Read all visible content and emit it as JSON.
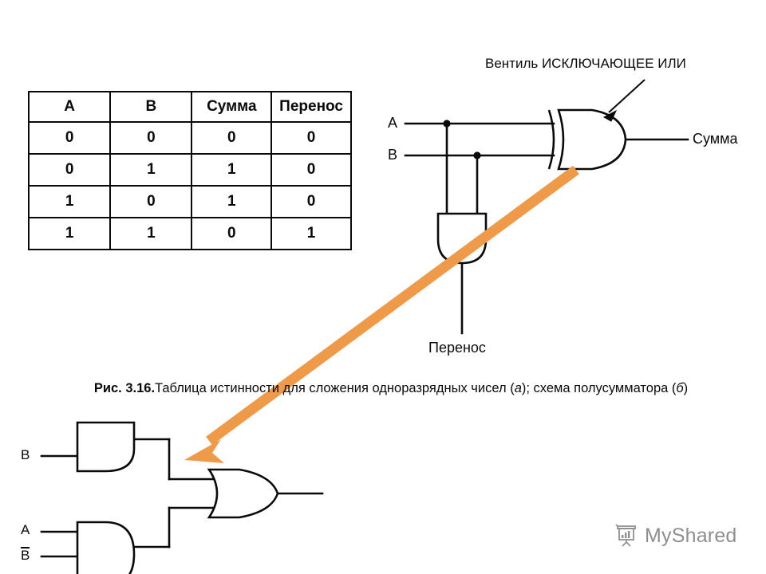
{
  "figure": {
    "caption_prefix": "Рис. 3.16.",
    "caption_body": "Таблица истинности для сложения одноразрядных чисел (",
    "caption_mark_a": "а",
    "caption_mid": "); схема полусумматора (",
    "caption_mark_b": "б",
    "caption_end": ")"
  },
  "truth_table": {
    "headers": [
      "A",
      "B",
      "Сумма",
      "Перенос"
    ],
    "rows": [
      [
        "0",
        "0",
        "0",
        "0"
      ],
      [
        "0",
        "1",
        "1",
        "0"
      ],
      [
        "1",
        "0",
        "1",
        "0"
      ],
      [
        "1",
        "1",
        "0",
        "1"
      ]
    ]
  },
  "top_circuit": {
    "annotation_label": "Вентиль ИСКЛЮЧАЮЩЕЕ ИЛИ",
    "input_a": "A",
    "input_b": "B",
    "output_sum": "Сумма",
    "output_carry": "Перенос",
    "gates": [
      "xor-gate",
      "and-gate"
    ]
  },
  "bottom_circuit": {
    "input_b": "B",
    "input_a": "A",
    "input_not_b": "B",
    "not_b_has_overbar": true,
    "gates": [
      "and-gate-top",
      "and-gate-bottom",
      "or-gate"
    ]
  },
  "watermark": {
    "text": "MyShared",
    "icon": "presentation-board-icon"
  },
  "colors": {
    "ink": "#0a0a0a",
    "arrow_orange": "#ee9a49",
    "watermark_gray": "#4a4a4a",
    "background": "#ffffff"
  }
}
